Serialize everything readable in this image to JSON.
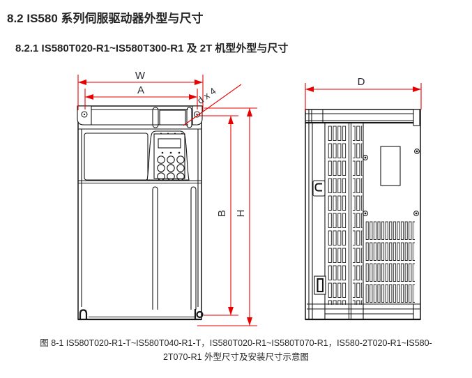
{
  "document": {
    "section_title": "8.2 IS580 系列伺服驱动器外型与尺寸",
    "subsection_title": "8.2.1 IS580T020-R1~IS580T300-R1 及 2T 机型外型与尺寸"
  },
  "figure": {
    "caption": {
      "line1": "图 8-1  IS580T020-R1-T~IS580T040-R1-T，IS580T020-R1~IS580T070-R1，IS580-2T020-R1~IS580-",
      "line2": "2T070-R1 外型尺寸及安装尺寸示意图"
    },
    "dimensions": {
      "front_width_overall": "W",
      "front_hole_span": "A",
      "front_hole_spec": "d x 4",
      "front_mounting_height": "B",
      "front_overall_height": "H",
      "side_depth": "D"
    },
    "colors": {
      "dimension_line": "#e60000",
      "drawing_line": "#161616",
      "dimension_label": "#2b2b33"
    }
  }
}
